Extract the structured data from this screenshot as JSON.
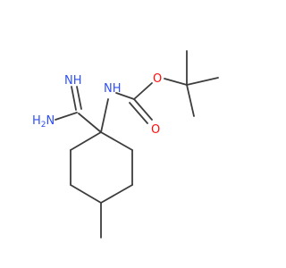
{
  "molecule": {
    "atoms": {
      "imine_nh": "NH",
      "amine_h2n": "H2N",
      "carbamate_nh": "NH",
      "ester_o": "O",
      "carbonyl_o": "O"
    },
    "colors": {
      "bond": "#3d3d3d",
      "nitrogen": "#3050f8",
      "oxygen": "#ff0d0d",
      "background": "#ffffff"
    }
  }
}
